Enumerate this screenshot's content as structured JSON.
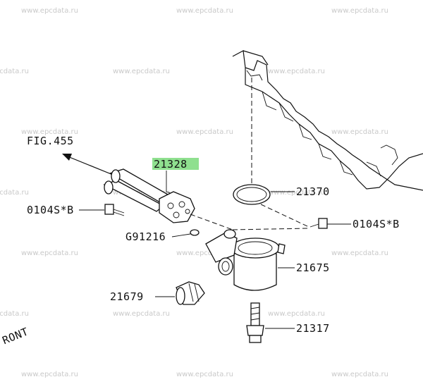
{
  "watermark": "www.epcdata.ru",
  "callouts": {
    "fig_ref": "FIG.455",
    "part_21328": "21328",
    "part_0104S_B_left": "0104S*B",
    "part_G91216": "G91216",
    "part_21370": "21370",
    "part_0104S_B_right": "0104S*B",
    "part_21675": "21675",
    "part_21679": "21679",
    "part_21317": "21317",
    "front": "RONT"
  },
  "colors": {
    "highlight": "#8fe08f",
    "line": "#111111",
    "watermark": "#c9c9c9"
  }
}
